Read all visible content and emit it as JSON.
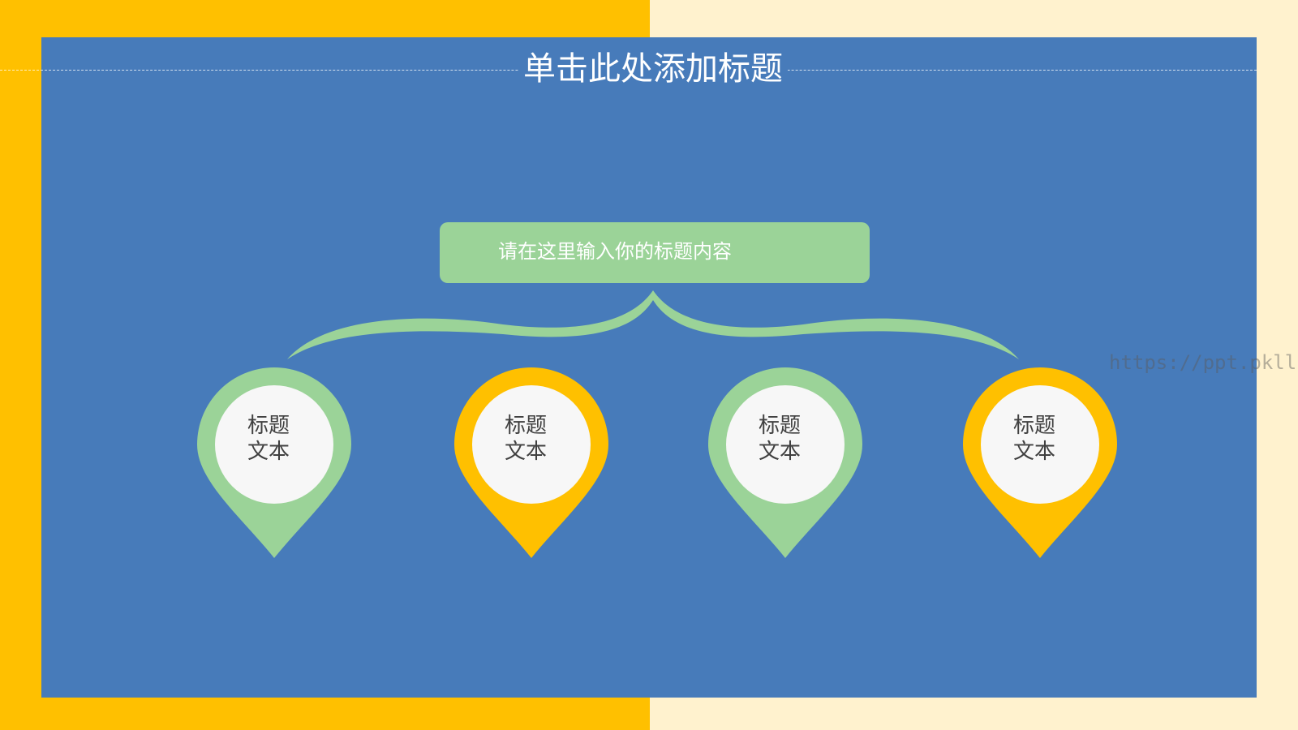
{
  "slide": {
    "title": "单击此处添加标题",
    "header_box": "请在这里输入你的标题内容",
    "watermark": "https://ppt.pkll.de",
    "colors": {
      "left_band": "#FFC000",
      "right_band": "#FFF2CE",
      "panel": "#477BBA",
      "green": "#9BD398",
      "yellow": "#FFC000",
      "circle": "#F7F7F7"
    },
    "pins": [
      {
        "line1": "标题",
        "line2": "文本",
        "color": "#9BD398"
      },
      {
        "line1": "标题",
        "line2": "文本",
        "color": "#FFC000"
      },
      {
        "line1": "标题",
        "line2": "文本",
        "color": "#9BD398"
      },
      {
        "line1": "标题",
        "line2": "文本",
        "color": "#FFC000"
      }
    ]
  }
}
